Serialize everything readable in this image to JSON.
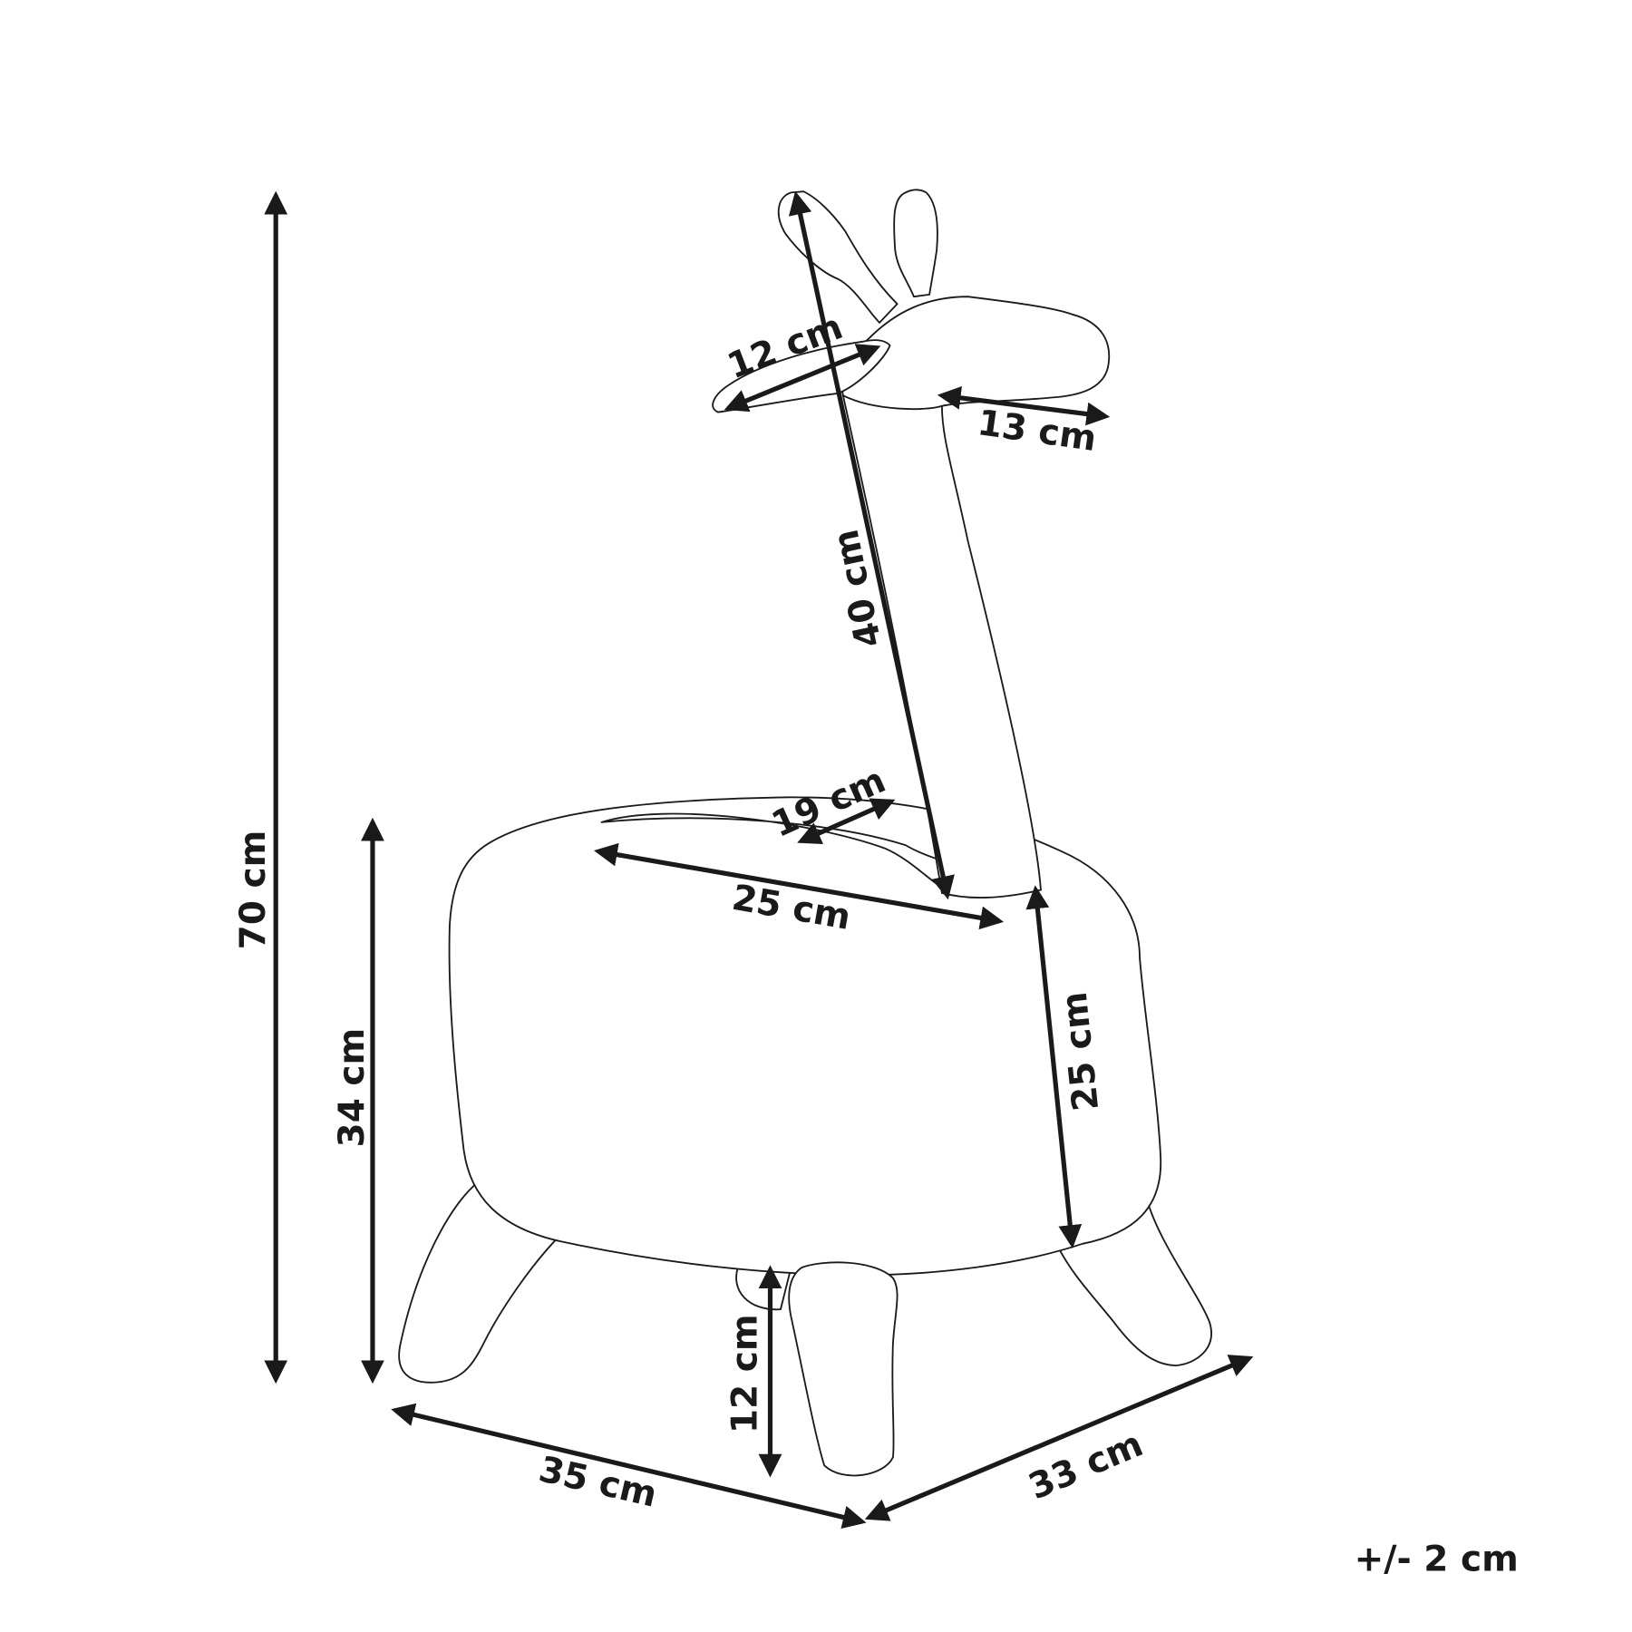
{
  "dimensions": {
    "total_height": "70 cm",
    "seat_height": "34 cm",
    "head_width": "12 cm",
    "head_depth": "13 cm",
    "neck_length": "40 cm",
    "seat_width": "19 cm",
    "seat_length": "25 cm",
    "body_height": "25 cm",
    "leg_height": "12 cm",
    "base_width": "35 cm",
    "base_depth": "33 cm"
  },
  "tolerance": "+/- 2 cm"
}
